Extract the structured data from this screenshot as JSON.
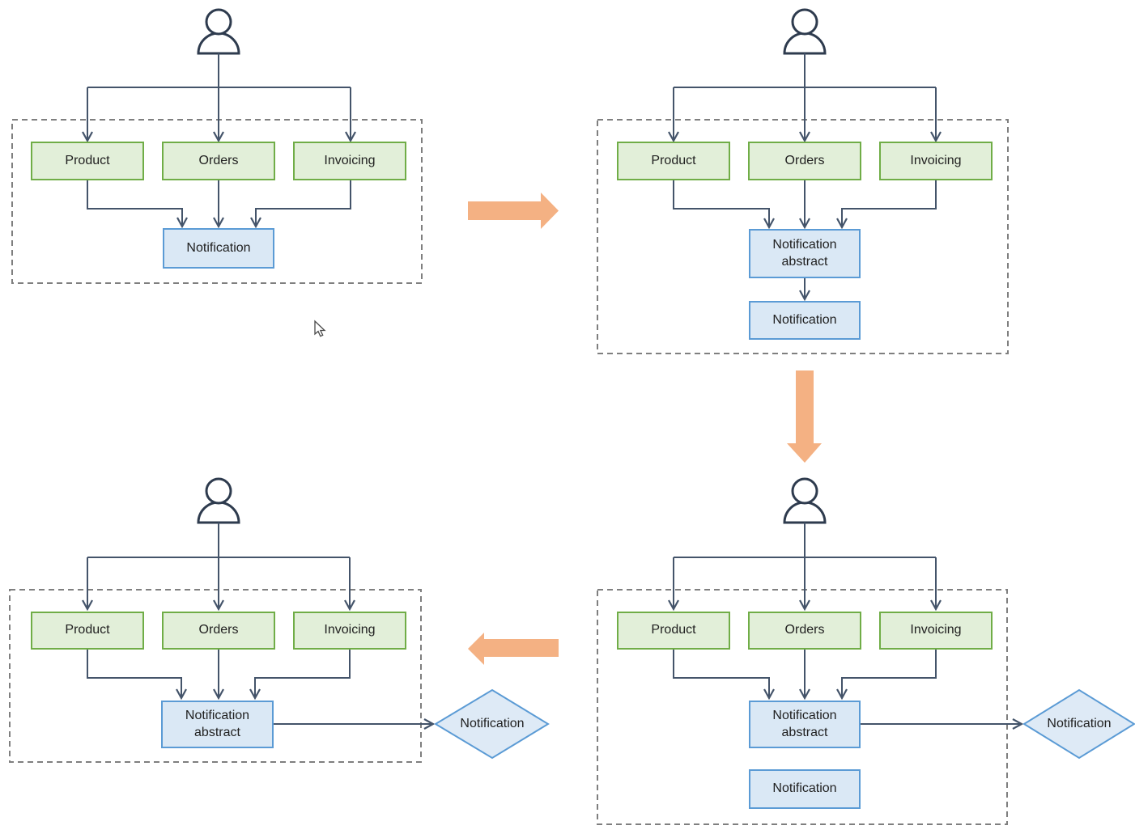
{
  "diagram": {
    "description_icons": [
      "person-icon",
      "flow-arrow-right-icon",
      "flow-arrow-down-icon",
      "flow-arrow-left-icon",
      "mouse-cursor-icon"
    ],
    "colors": {
      "service_fill": "#E2EFD9",
      "service_border": "#70AD47",
      "notification_fill": "#DAE8F5",
      "notification_border": "#5B9BD5",
      "connector": "#44546A",
      "panel_border": "#7F7F7F",
      "flow_arrow": "#F4B183",
      "person": "#2E3B4E"
    },
    "panels": {
      "top_left": {
        "nodes": {
          "product": "Product",
          "orders": "Orders",
          "invoicing": "Invoicing",
          "notification": "Notification"
        }
      },
      "top_right": {
        "nodes": {
          "product": "Product",
          "orders": "Orders",
          "invoicing": "Invoicing",
          "notification_abstract": "Notification abstract",
          "notification": "Notification"
        }
      },
      "bottom_right": {
        "nodes": {
          "product": "Product",
          "orders": "Orders",
          "invoicing": "Invoicing",
          "notification_abstract": "Notification abstract",
          "notification": "Notification",
          "notification_diamond": "Notification"
        }
      },
      "bottom_left": {
        "nodes": {
          "product": "Product",
          "orders": "Orders",
          "invoicing": "Invoicing",
          "notification_abstract": "Notification abstract",
          "notification_diamond": "Notification"
        }
      }
    }
  }
}
